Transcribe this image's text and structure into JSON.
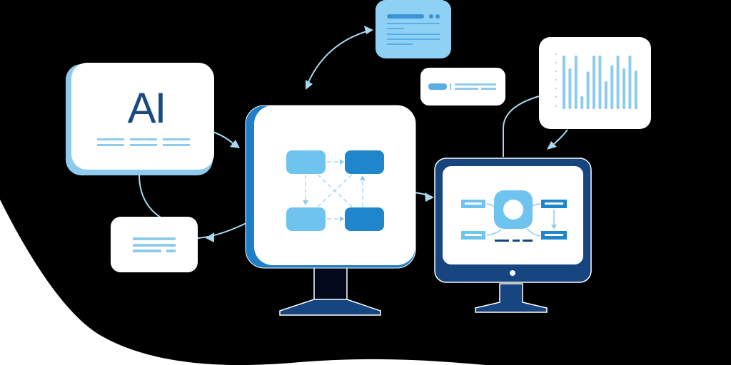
{
  "scene": {
    "background": "#000000",
    "corner_shape_color": "#ffffff"
  },
  "ai_card": {
    "label": "AI",
    "text_color": "#1a4a80",
    "accent": "#8fcbed"
  },
  "colors": {
    "light_blue": "#6ec4ee",
    "mid_blue": "#1f86cc",
    "dark_blue": "#17457f",
    "line_blue": "#a8d8f0",
    "card_blue": "#8fd0f5"
  },
  "nodes": [
    {
      "id": "ai-card",
      "type": "card"
    },
    {
      "id": "notes-card",
      "type": "card"
    },
    {
      "id": "document-card",
      "type": "card"
    },
    {
      "id": "search-card",
      "type": "card"
    },
    {
      "id": "bar-chart-card",
      "type": "card"
    },
    {
      "id": "flow-monitor",
      "type": "monitor"
    },
    {
      "id": "process-monitor",
      "type": "monitor"
    }
  ],
  "chart_card": {
    "bars": [
      100,
      76,
      100,
      24,
      70,
      100,
      100,
      52,
      82,
      100,
      76,
      100,
      72
    ]
  }
}
